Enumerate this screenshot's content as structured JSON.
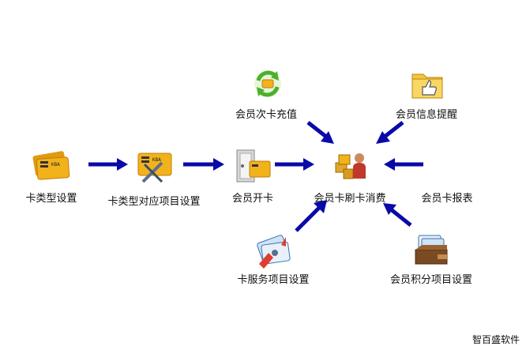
{
  "nodes": {
    "card_type_settings": "卡类型设置",
    "card_type_project_settings": "卡类型对应项目设置",
    "member_open_card": "会员开卡",
    "member_times_recharge": "会员次卡充值",
    "member_info_reminder": "会员信息提醒",
    "member_card_consume": "会员卡刷卡消费",
    "member_card_report": "会员卡报表",
    "card_service_project_settings": "卡服务项目设置",
    "member_points_project_settings": "会员积分项目设置"
  },
  "footer": {
    "brand": "智百盛软件"
  },
  "colors": {
    "arrow": "#0a0aa8",
    "card_gold": "#f2b21c",
    "text": "#111111"
  }
}
